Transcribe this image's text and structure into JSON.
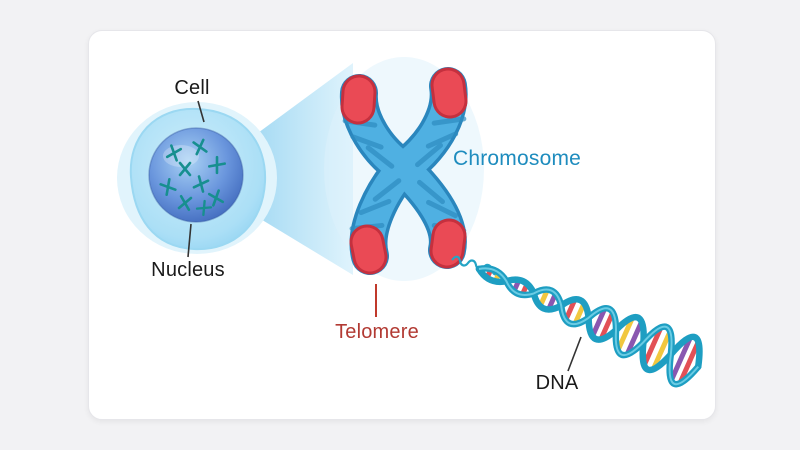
{
  "figure": {
    "labels": {
      "cell": "Cell",
      "nucleus": "Nucleus",
      "chromosome": "Chromosome",
      "telomere": "Telomere",
      "dna": "DNA"
    },
    "colors": {
      "background": "#f2f2f4",
      "card": "#ffffff",
      "cell_body": "#aadef6",
      "nucleus": "#3e6cc0",
      "chromatin": "#178f8f",
      "zoom_beam": "#aadcf4",
      "chromosome_body": "#4fb0e2",
      "chromosome_outline": "#2a86bd",
      "telomere": "#ea4a55",
      "chromosome_label_text": "#1e8cbe",
      "telomere_label_text": "#b23a33",
      "text": "#1a1a1a",
      "dna_strand": "#1e9ec2",
      "dna_base_pair_colors": [
        "#e25056",
        "#f1c73f",
        "#8a57b0"
      ]
    }
  }
}
